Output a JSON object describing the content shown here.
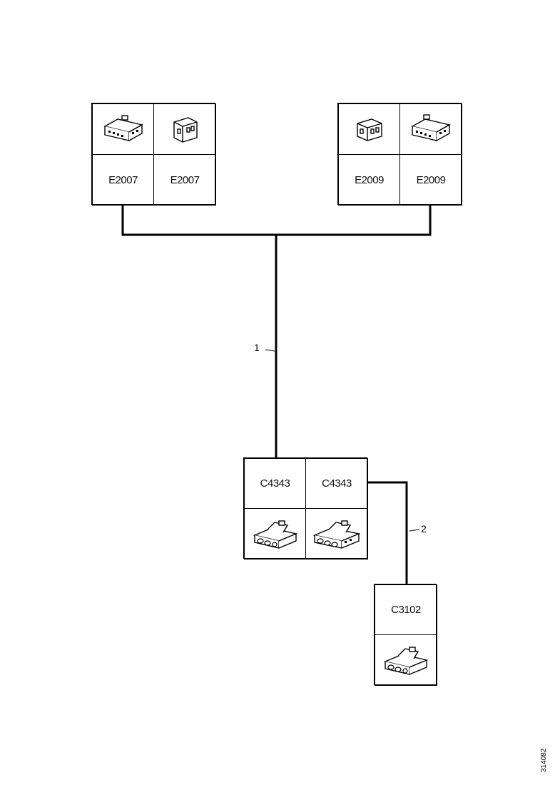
{
  "connectors": {
    "e2007": {
      "code_a": "E2007",
      "code_b": "E2007"
    },
    "e2009": {
      "code_a": "E2009",
      "code_b": "E2009"
    },
    "c4343": {
      "code_a": "C4343",
      "code_b": "C4343"
    },
    "c3102": {
      "code": "C3102"
    }
  },
  "callouts": {
    "one": "1",
    "two": "2"
  },
  "document_number": "314082"
}
